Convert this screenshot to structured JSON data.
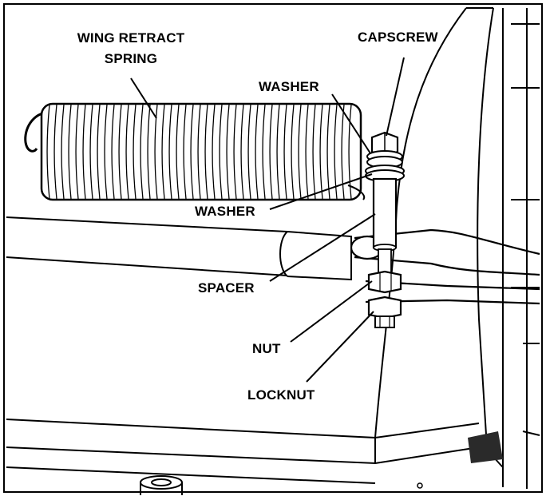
{
  "labels": {
    "wing_retract_spring_line1": "WING RETRACT",
    "wing_retract_spring_line2": "SPRING",
    "capscrew": "CAPSCREW",
    "washer_top": "WASHER",
    "washer_bottom": "WASHER",
    "spacer": "SPACER",
    "nut": "NUT",
    "locknut": "LOCKNUT"
  }
}
